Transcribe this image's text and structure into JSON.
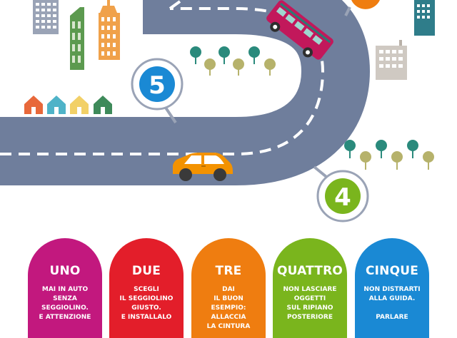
{
  "steps": [
    {
      "title": "UNO",
      "text": "MAI IN AUTO\nSENZA\nSEGGIOLINO.\nE ATTENZIONE",
      "color": "#c2187e"
    },
    {
      "title": "DUE",
      "text": "SCEGLI\nIL SEGGIOLINO\nGIUSTO.\nE INSTALLALO",
      "color": "#e31e2a"
    },
    {
      "title": "TRE",
      "text": "DAI\nIL BUON ESEMPIO:\nALLACCIA\nLA CINTURA",
      "color": "#ef7d10"
    },
    {
      "title": "QUATTRO",
      "text": "NON LASCIARE\nOGGETTI\nSUL RIPIANO\nPOSTERIORE",
      "color": "#7ab51d"
    },
    {
      "title": "CINQUE",
      "text": "NON DISTRARTI\nALLA GUIDA.\n\nPARLARE",
      "color": "#1a89d4"
    }
  ],
  "badges": [
    {
      "label": "5",
      "color": "#1a89d4",
      "icon": "numbered-badge-circle"
    },
    {
      "label": "4",
      "color": "#7ab51d",
      "icon": "numbered-badge-circle"
    }
  ],
  "colors": {
    "road": "#6f7e9c",
    "road_dash": "#ffffff",
    "car": "#f39200",
    "bus": "#c2185b",
    "tree_dark": "#2a8a7c",
    "tree_light": "#b6b26b"
  }
}
